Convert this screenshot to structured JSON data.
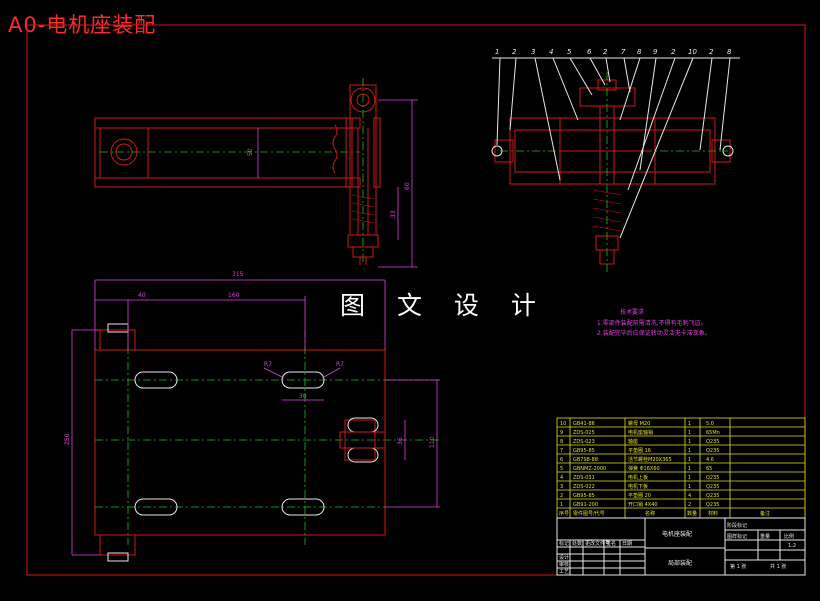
{
  "title": "A0-电机座装配",
  "watermark": "图 文 设 计",
  "dimensions": {
    "front_height_50": "50",
    "front_height_60": "60",
    "front_height_33": "33",
    "plan_width_315": "315",
    "plan_40": "40",
    "plan_160": "160",
    "plan_r7a": "R7",
    "plan_r7b": "R7",
    "plan_30": "30",
    "plan_250": "250",
    "plan_110": "110",
    "plan_36": "36"
  },
  "balloons": [
    "1",
    "2",
    "3",
    "4",
    "5",
    "6",
    "2",
    "7",
    "8",
    "9",
    "2",
    "10",
    "2",
    "8"
  ],
  "tech_req": {
    "heading": "技术要求",
    "lines": [
      "1.零部件装配前需清洗,不得有毛刺飞边。",
      "2.装配完毕后应保证转动灵活无卡滞现象。"
    ]
  },
  "bom": {
    "rows": [
      [
        "10",
        "GB41-86",
        "螺母 M20",
        "1",
        "5.0",
        ""
      ],
      [
        "9",
        "ZDS-025",
        "电机座轴销",
        "1",
        "65Mn",
        ""
      ],
      [
        "8",
        "ZDS-023",
        "轴座",
        "1",
        "Q235",
        ""
      ],
      [
        "7",
        "GB95-85",
        "平垫圈 16",
        "1",
        "Q235",
        ""
      ],
      [
        "6",
        "GB798-88",
        "活节螺栓M20X365",
        "1",
        "4.6",
        ""
      ],
      [
        "5",
        "GBNMZ-2000",
        "弹簧 Φ16X60",
        "1",
        "65",
        ""
      ],
      [
        "4",
        "ZDS-031",
        "电机上板",
        "1",
        "Q235",
        ""
      ],
      [
        "3",
        "ZDS-022",
        "电机下板",
        "1",
        "Q235",
        ""
      ],
      [
        "2",
        "GB95-85",
        "平垫圈 20",
        "4",
        "Q235",
        ""
      ],
      [
        "1",
        "GB91-200",
        "开口销 4X40",
        "2",
        "Q235",
        ""
      ]
    ],
    "header": [
      "序号",
      "零件图号/代号",
      "名称",
      "数量",
      "材料",
      "备注"
    ]
  },
  "title_block": {
    "name": "电机座装配",
    "assembly": "局部装配",
    "labels": [
      "标记",
      "处数",
      "更改文件号",
      "签名",
      "日期"
    ],
    "right_labels": [
      "图样标记",
      "重量",
      "比例"
    ],
    "scale": "1:2",
    "sheet": "第 1 张",
    "sheets": "共 1 张",
    "roles": [
      "设计",
      "审核",
      "工艺"
    ],
    "stage": [
      "阶段标记",
      "共 张"
    ]
  },
  "colors": {
    "frame": "#d01818",
    "text_red": "#ff2a2a",
    "center": "#18c018",
    "dim": "#e040e0",
    "table": "#e0e020"
  }
}
